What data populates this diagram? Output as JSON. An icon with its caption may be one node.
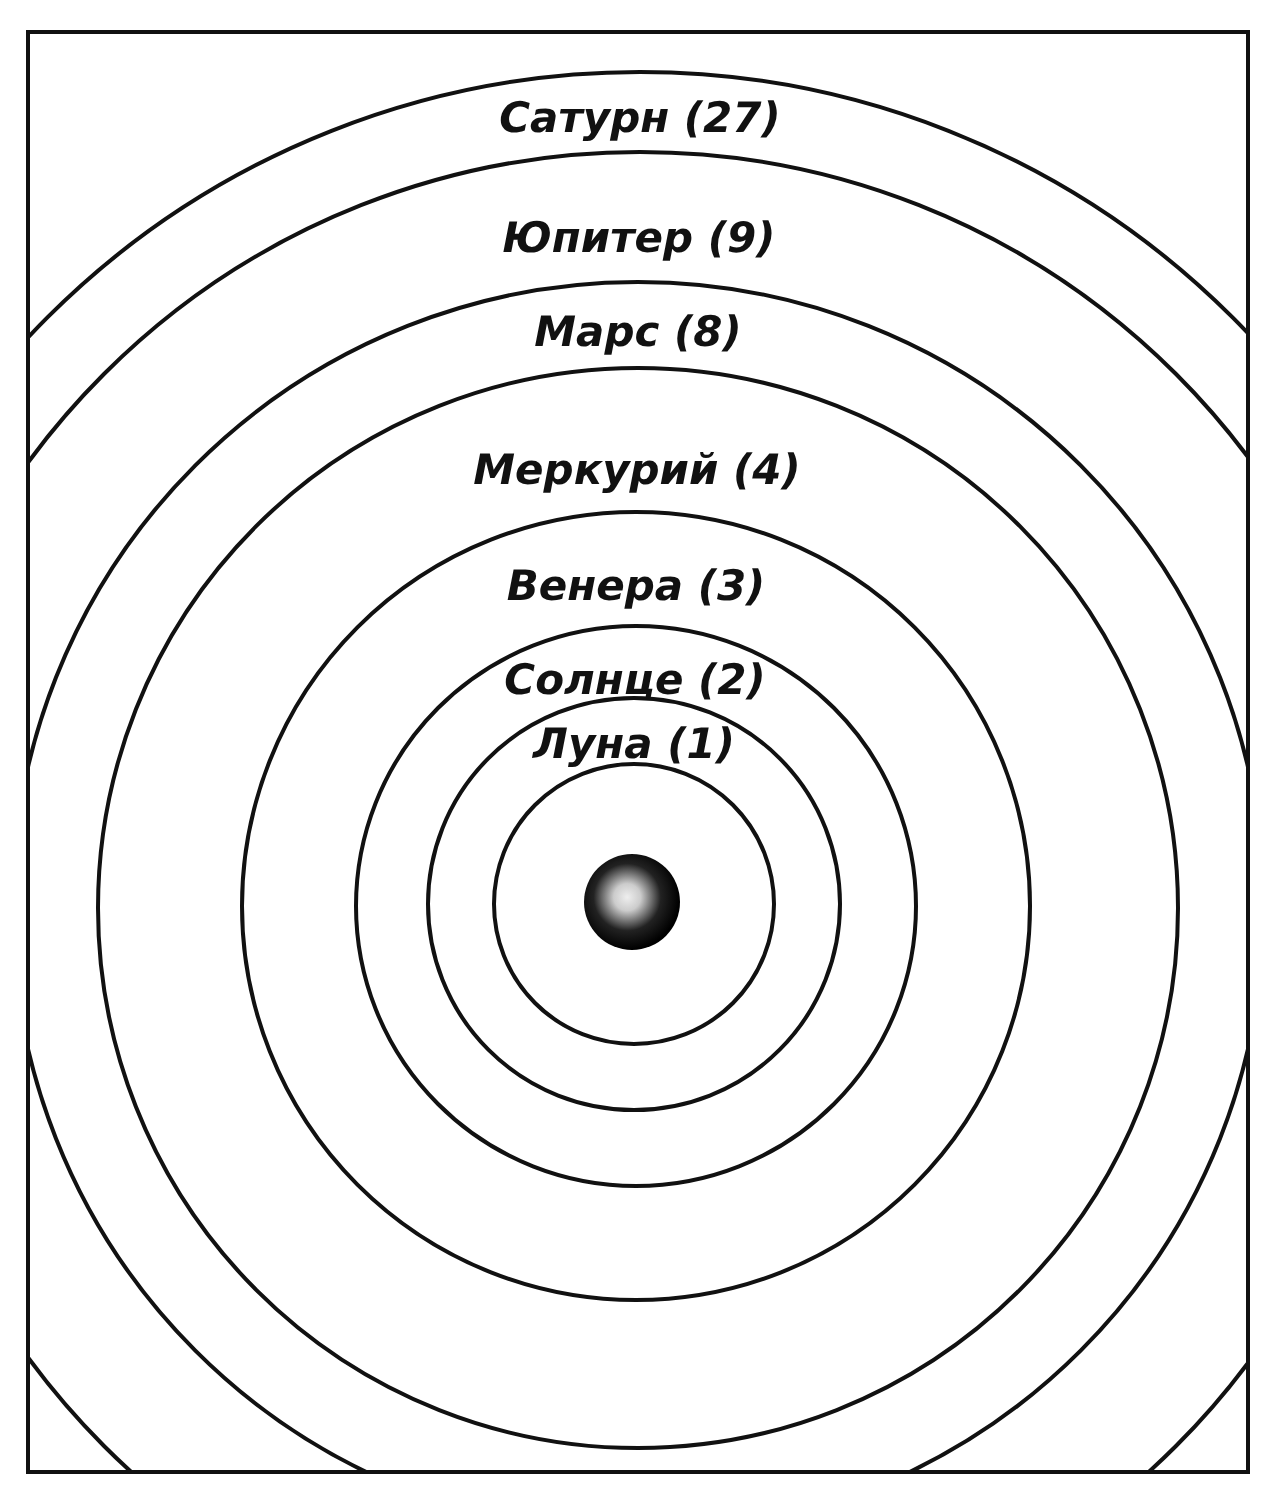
{
  "diagram": {
    "nodes": [
      {
        "text": [
          "Сатурн (27)"
        ]
      },
      {
        "text": [
          "Юпитер (9)"
        ],
        "in": 0
      },
      {
        "text": [
          "Марс (8)"
        ],
        "in": 1
      },
      {
        "text": [
          "Меркурий (4)"
        ],
        "in": 2
      },
      {
        "text": [
          "Венера (3)"
        ],
        "in": 3
      },
      {
        "text": [
          "Солнце (2)"
        ],
        "in": 4
      },
      {
        "text": [
          "Луна (1)"
        ],
        "in": 5
      },
      {
        "text": [],
        "shape": "circle",
        "in": 6
      },
      {
        "text": [],
        "shape": "ball",
        "in": 7
      }
    ]
  }
}
